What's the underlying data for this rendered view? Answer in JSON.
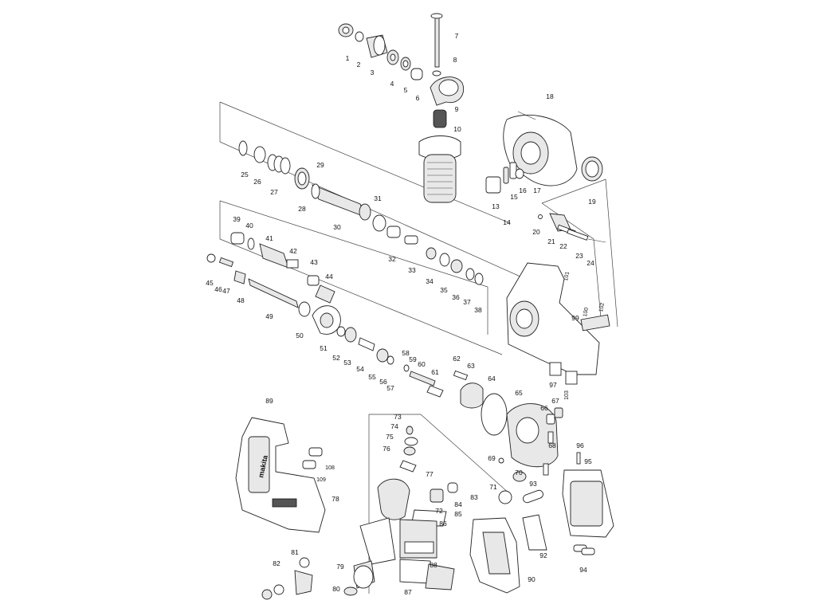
{
  "diagram": {
    "part_labels": [
      "1",
      "2",
      "3",
      "4",
      "5",
      "6",
      "7",
      "8",
      "9",
      "10",
      "13",
      "14",
      "15",
      "16",
      "17",
      "18",
      "19",
      "20",
      "21",
      "22",
      "23",
      "24",
      "25",
      "26",
      "27",
      "28",
      "29",
      "30",
      "31",
      "32",
      "33",
      "34",
      "35",
      "36",
      "37",
      "38",
      "39",
      "40",
      "41",
      "42",
      "43",
      "44",
      "45",
      "46",
      "47",
      "48",
      "49",
      "50",
      "51",
      "52",
      "53",
      "54",
      "55",
      "56",
      "57",
      "58",
      "59",
      "60",
      "61",
      "62",
      "63",
      "64",
      "65",
      "66",
      "67",
      "68",
      "69",
      "70",
      "71",
      "72",
      "73",
      "74",
      "75",
      "76",
      "77",
      "78",
      "79",
      "80",
      "81",
      "82",
      "83",
      "84",
      "85",
      "86",
      "87",
      "88",
      "89",
      "90",
      "92",
      "93",
      "94",
      "95",
      "96",
      "97",
      "99",
      "100",
      "101",
      "102",
      "103",
      "108",
      "109"
    ],
    "brand_text": "makita"
  }
}
